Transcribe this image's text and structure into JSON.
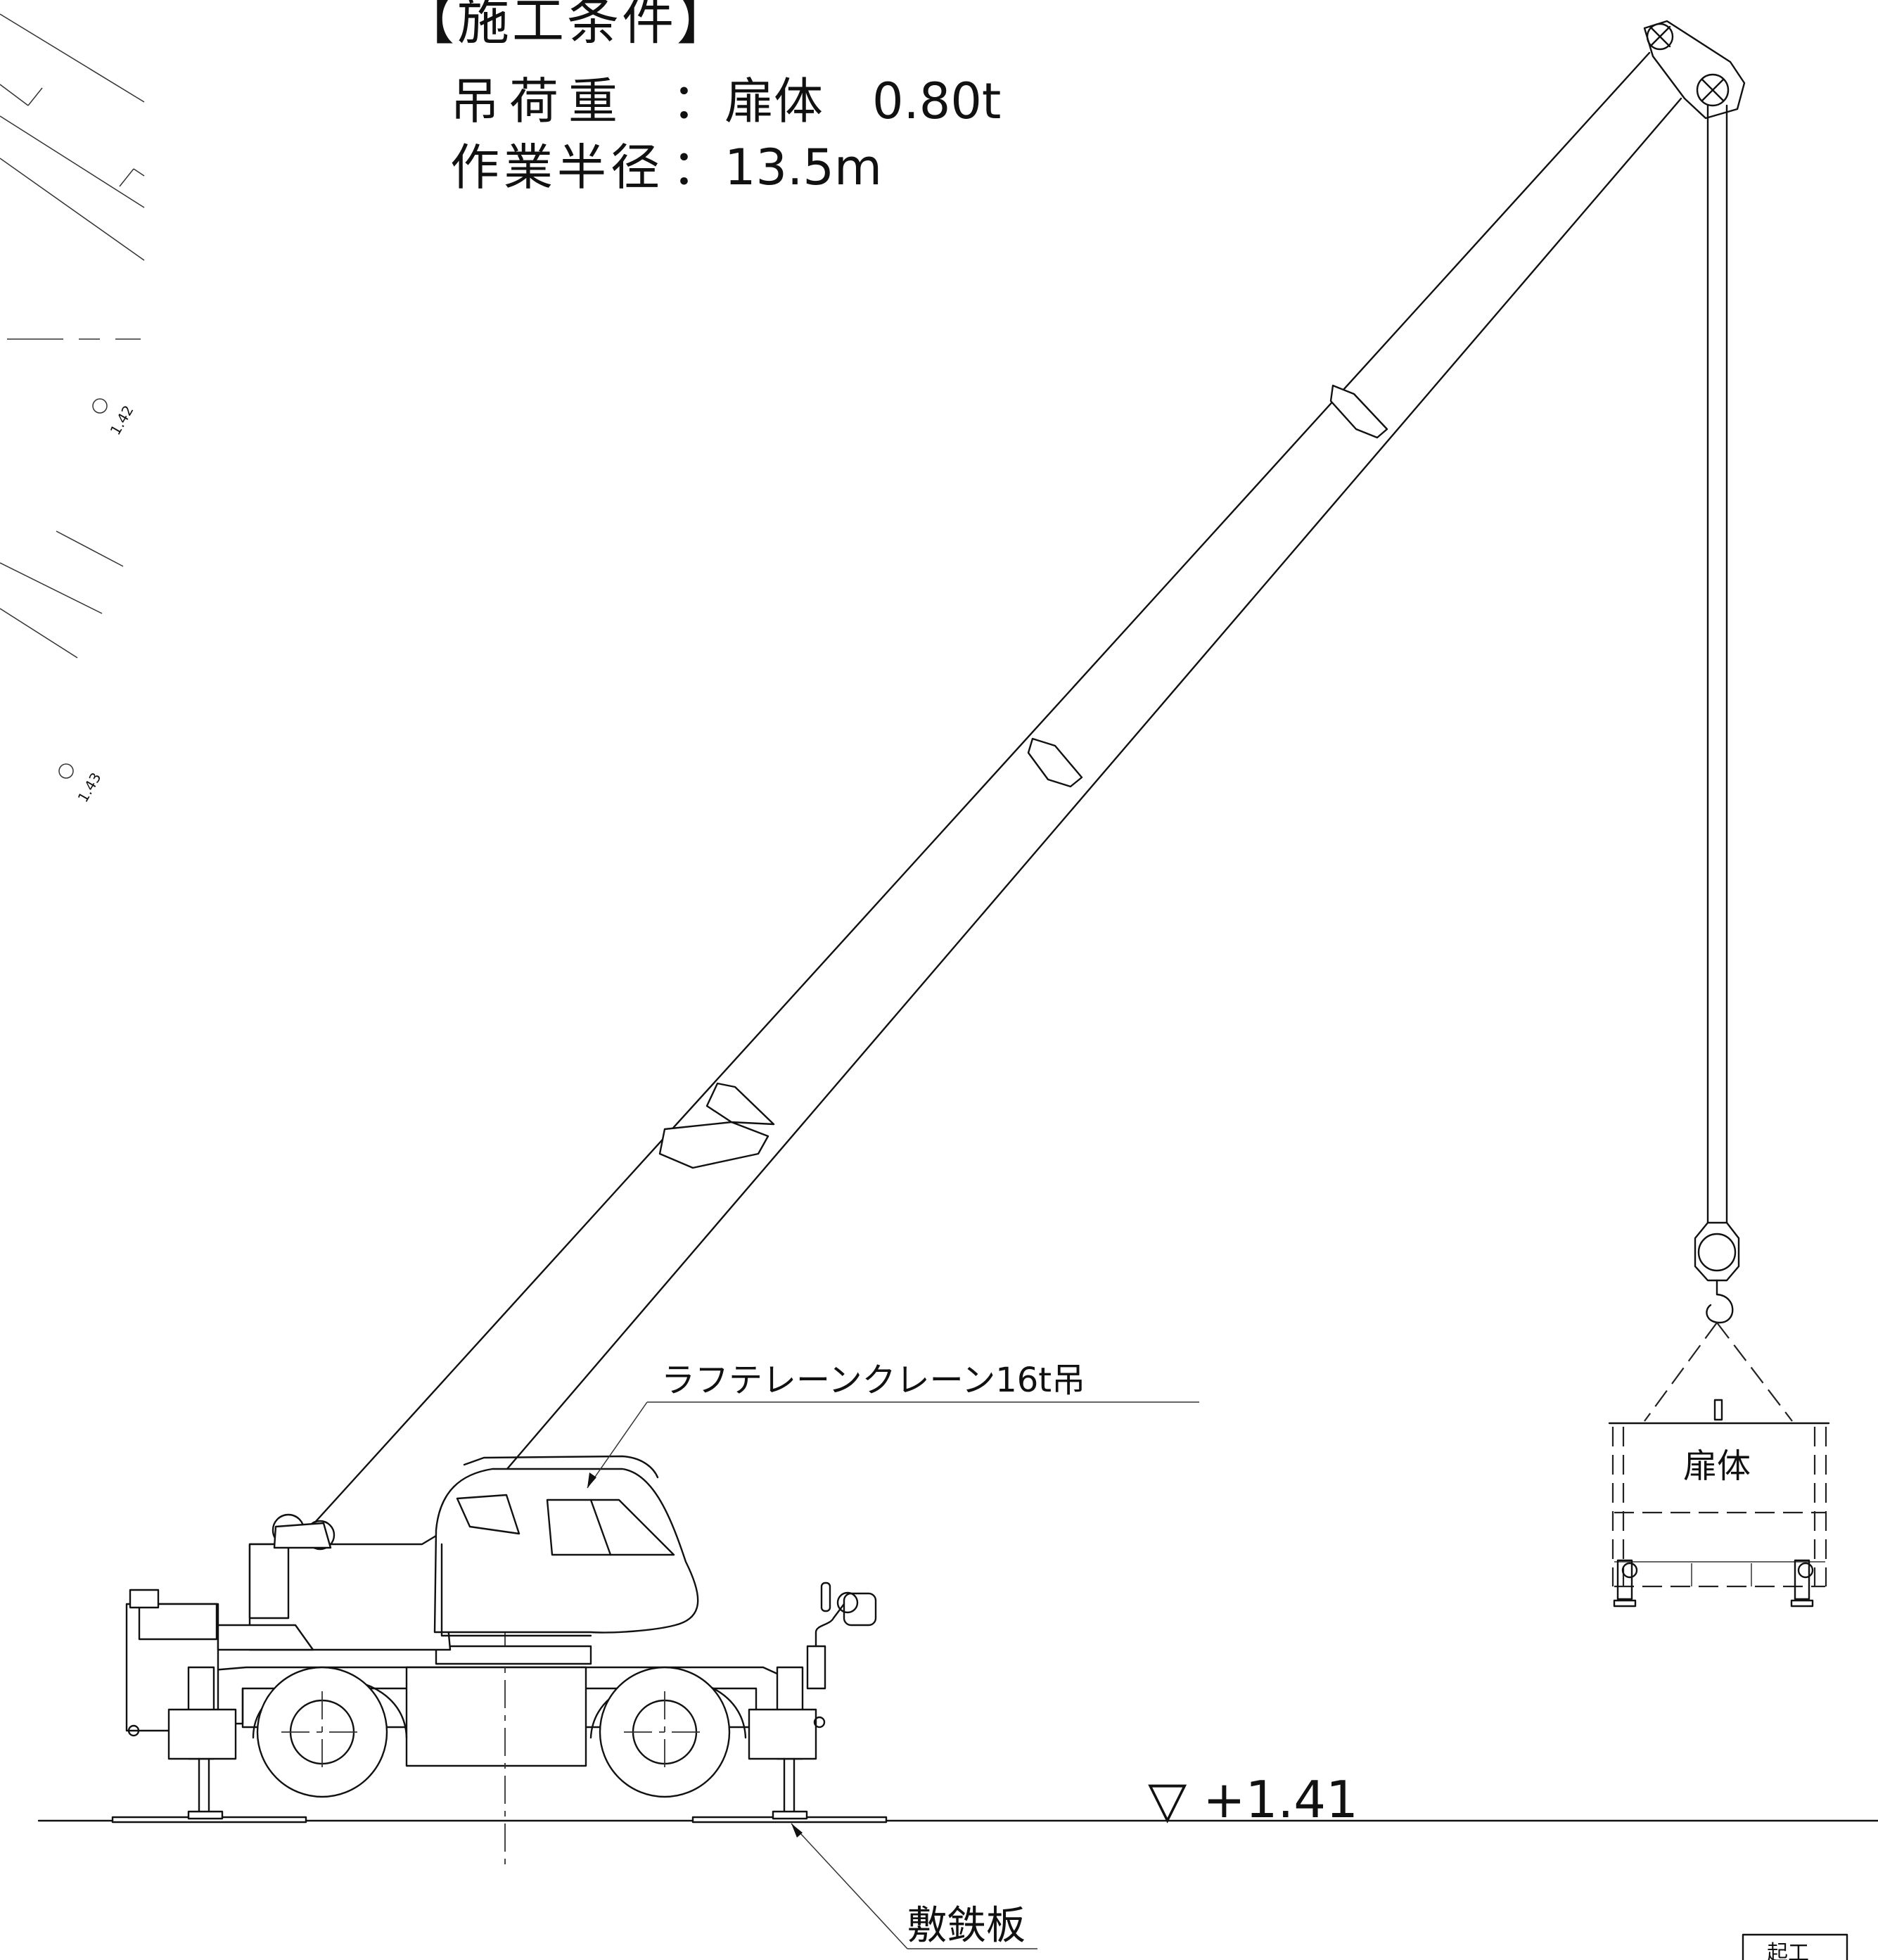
{
  "conditions": {
    "heading": "【施工条件】",
    "load_label": "吊荷重",
    "load_sep": "：",
    "load_value": "扉体　0.80t",
    "radius_label": "作業半径",
    "radius_sep": "：",
    "radius_value": "13.5m"
  },
  "crane_label": "ラフテレーンクレーン16t吊",
  "load_box_label": "扉体",
  "level_mark": "▽ +1.41",
  "plate_label": "敷鉄板",
  "spot_levels": [
    "1.42",
    "1.43"
  ],
  "title_box_text": "起工"
}
